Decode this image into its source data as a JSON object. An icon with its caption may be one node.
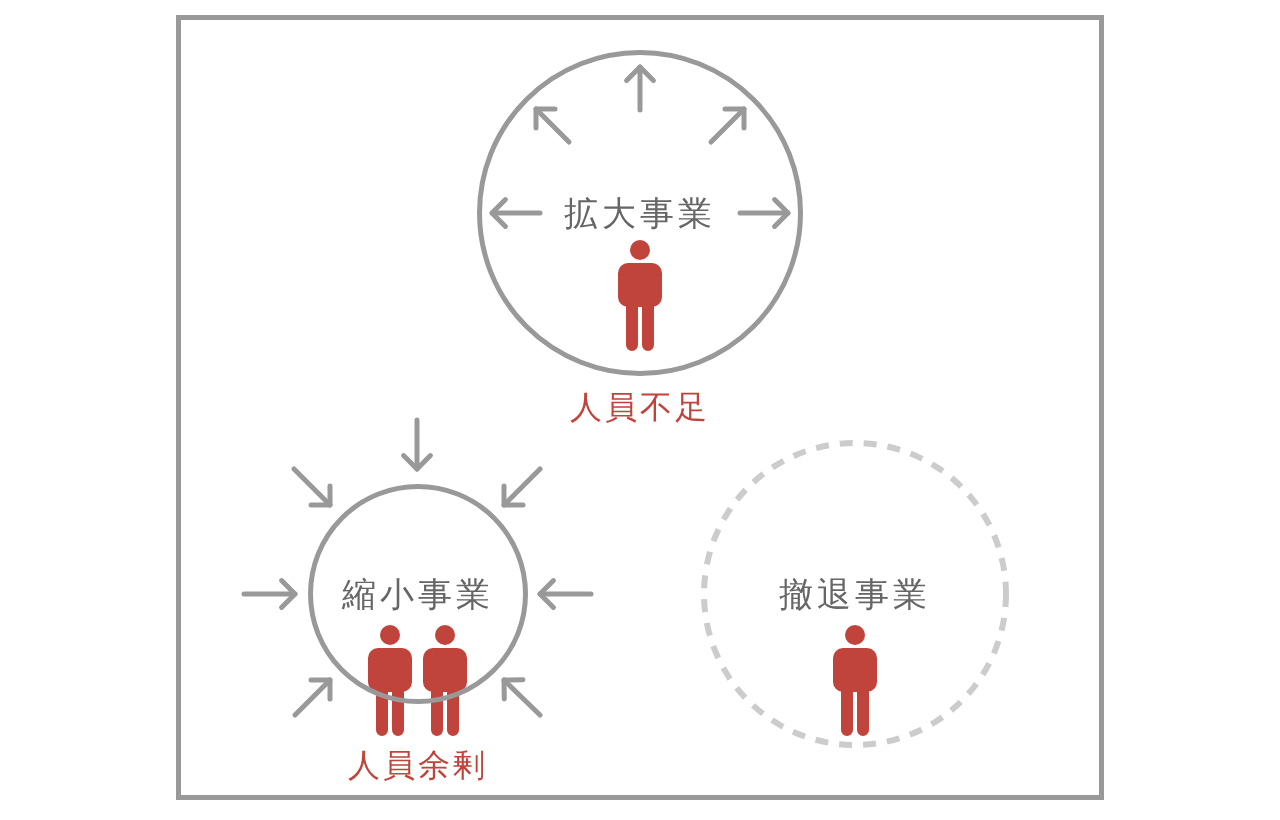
{
  "diagram": {
    "nodes": [
      {
        "text": [],
        "shape": "box"
      },
      {
        "text": [
          "拡大事業"
        ],
        "beside": [
          "人員不足"
        ],
        "in": 0
      },
      {
        "text": [
          "縮小事業"
        ],
        "beside": [
          "人員余剰"
        ],
        "in": 0
      },
      {
        "text": [
          "撤退事業"
        ],
        "in": 0
      }
    ]
  }
}
